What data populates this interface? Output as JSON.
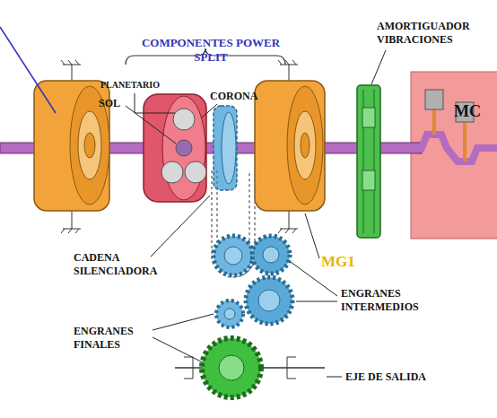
{
  "diagram": {
    "nodes": [
      {
        "text": [
          "MC"
        ]
      }
    ],
    "labels": [
      "COMPONENTES POWER SPLIT",
      "PLANETARIO",
      "SOL",
      "CORONA",
      "AMORTIGUADOR VIBRACIONES",
      "MG1",
      "CADENA SILENCIADORA",
      "ENGRANES INTERMEDIOS",
      "ENGRANES FINALES",
      "EJE DE SALIDA"
    ]
  }
}
